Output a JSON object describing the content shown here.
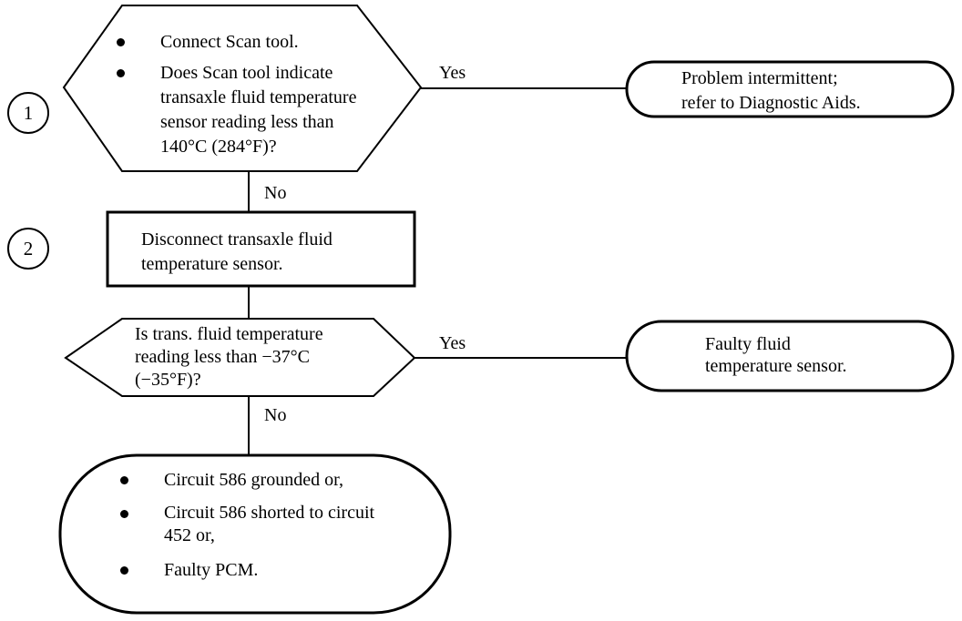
{
  "step1": {
    "number": "1",
    "bullets": [
      "Connect Scan tool.",
      "Does Scan tool indicate\ntransaxle fluid temperature\nsensor reading less than\n140°C (284°F)?"
    ],
    "yes_label": "Yes",
    "no_label": "No",
    "yes_result": "Problem intermittent;\nrefer to Diagnostic Aids."
  },
  "step2": {
    "number": "2",
    "action": "Disconnect transaxle fluid\ntemperature sensor.",
    "question": "Is trans. fluid temperature\nreading less than −37°C\n(−35°F)?",
    "yes_label": "Yes",
    "no_label": "No",
    "yes_result": "Faulty fluid\ntemperature sensor.",
    "no_result_bullets": [
      "Circuit 586 grounded or,",
      "Circuit 586 shorted to circuit\n452 or,",
      "Faulty PCM."
    ]
  }
}
